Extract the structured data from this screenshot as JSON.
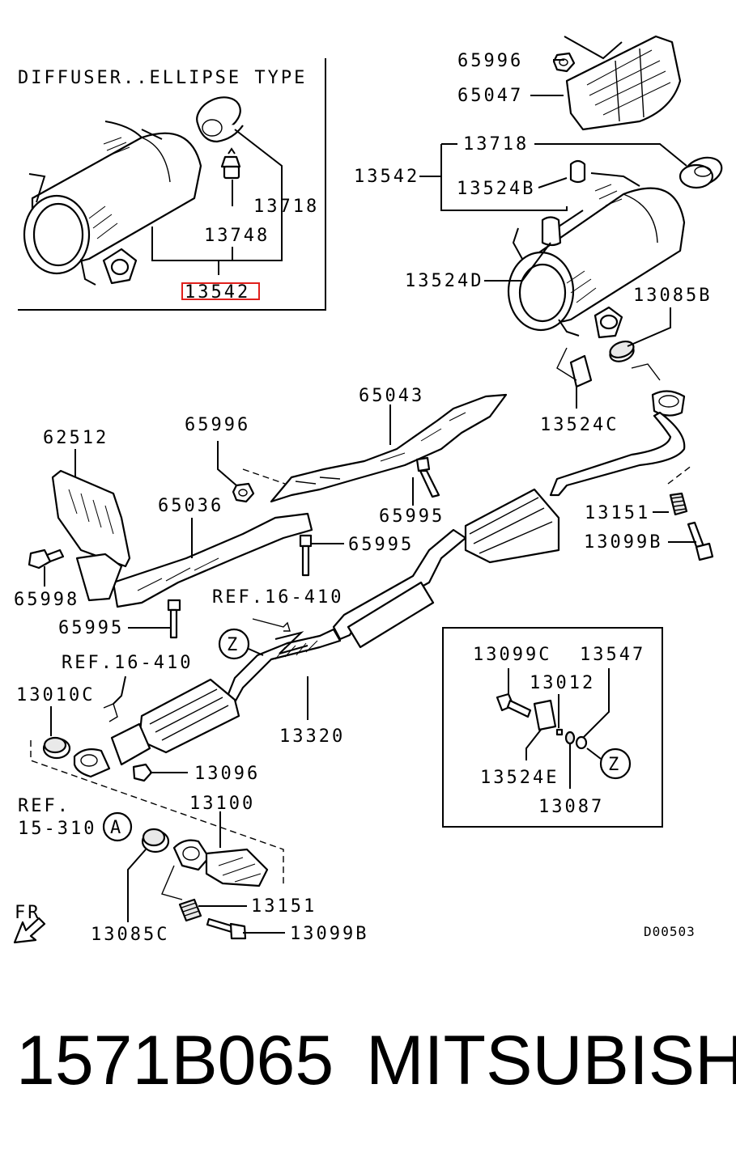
{
  "inset_top": {
    "title": "DIFFUSER..ELLIPSE TYPE",
    "labels": {
      "p13718": "13718",
      "p13748": "13748",
      "p13542": "13542"
    },
    "highlight_color": "#e0201c"
  },
  "labels": {
    "p65996_top": "65996",
    "p65047": "65047",
    "p13718": "13718",
    "p13542": "13542",
    "p13524B": "13524B",
    "p13524D": "13524D",
    "p13085B": "13085B",
    "p13524C": "13524C",
    "p65043": "65043",
    "p65996_mid": "65996",
    "p62512": "62512",
    "p65036": "65036",
    "p65995_a": "65995",
    "p65995_b": "65995",
    "p65998": "65998",
    "p65995_c": "65995",
    "ref_a": "REF.16-410",
    "ref_b": "REF.16-410",
    "z_marker": "Z",
    "p13151_a": "13151",
    "p13099B_a": "13099B",
    "p13010C": "13010C",
    "p13320": "13320",
    "p13096": "13096",
    "ref_c_line1": "REF.",
    "ref_c_line2": "15-310",
    "a_marker": "A",
    "p13100": "13100",
    "p13151_b": "13151",
    "p13085C": "13085C",
    "p13099B_b": "13099B",
    "fr": "FR",
    "diagram_code": "D00503"
  },
  "inset_bottom": {
    "p13099C": "13099C",
    "p13547": "13547",
    "p13012": "13012",
    "p13524E": "13524E",
    "p13087": "13087",
    "z_marker": "Z"
  },
  "footer": {
    "part_number": "1571B065",
    "brand": "MITSUBISHI"
  }
}
